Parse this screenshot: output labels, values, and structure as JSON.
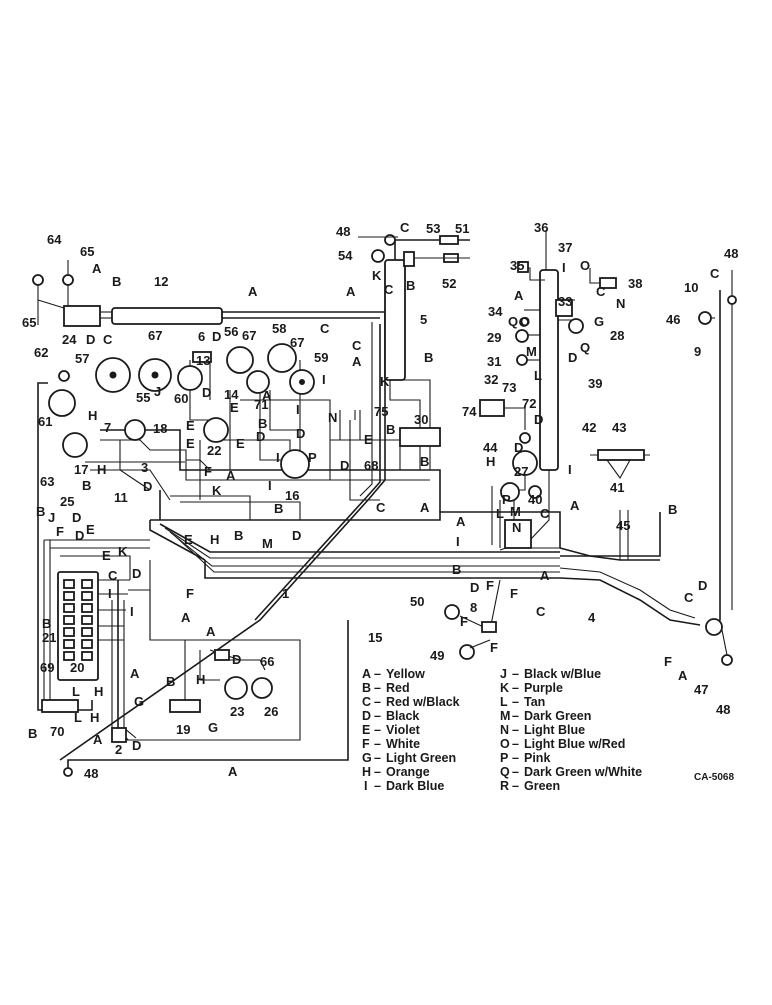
{
  "diagram_code": "CA-5068",
  "legend": [
    {
      "code": "A",
      "text": "Yellow"
    },
    {
      "code": "B",
      "text": "Red"
    },
    {
      "code": "C",
      "text": "Red w/Black"
    },
    {
      "code": "D",
      "text": "Black"
    },
    {
      "code": "E",
      "text": "Violet"
    },
    {
      "code": "F",
      "text": "White"
    },
    {
      "code": "G",
      "text": "Light Green"
    },
    {
      "code": "H",
      "text": "Orange"
    },
    {
      "code": "I",
      "text": "Dark Blue"
    },
    {
      "code": "J",
      "text": "Black w/Blue"
    },
    {
      "code": "K",
      "text": "Purple"
    },
    {
      "code": "L",
      "text": "Tan"
    },
    {
      "code": "M",
      "text": "Dark Green"
    },
    {
      "code": "N",
      "text": "Light Blue"
    },
    {
      "code": "O",
      "text": "Light Blue w/Red"
    },
    {
      "code": "P",
      "text": "Pink"
    },
    {
      "code": "Q",
      "text": "Dark Green w/White"
    },
    {
      "code": "R",
      "text": "Green"
    }
  ],
  "callouts": [
    "1",
    "2",
    "3",
    "4",
    "5",
    "6",
    "7",
    "8",
    "9",
    "10",
    "11",
    "12",
    "13",
    "14",
    "15",
    "16",
    "17",
    "18",
    "19",
    "20",
    "21",
    "22",
    "23",
    "24",
    "25",
    "26",
    "27",
    "28",
    "29",
    "30",
    "31",
    "32",
    "33",
    "34",
    "35",
    "36",
    "37",
    "38",
    "39",
    "40",
    "41",
    "42",
    "43",
    "44",
    "45",
    "46",
    "47",
    "48",
    "49",
    "50",
    "51",
    "52",
    "53",
    "54",
    "55",
    "56",
    "57",
    "58",
    "59",
    "60",
    "61",
    "62",
    "63",
    "64",
    "65",
    "66",
    "67",
    "68",
    "69",
    "70",
    "71",
    "72",
    "73",
    "74",
    "75"
  ],
  "wire_tags": [
    "A",
    "B",
    "C",
    "D",
    "E",
    "F",
    "G",
    "H",
    "I",
    "J",
    "K",
    "L",
    "M",
    "N",
    "O",
    "P",
    "Q"
  ]
}
